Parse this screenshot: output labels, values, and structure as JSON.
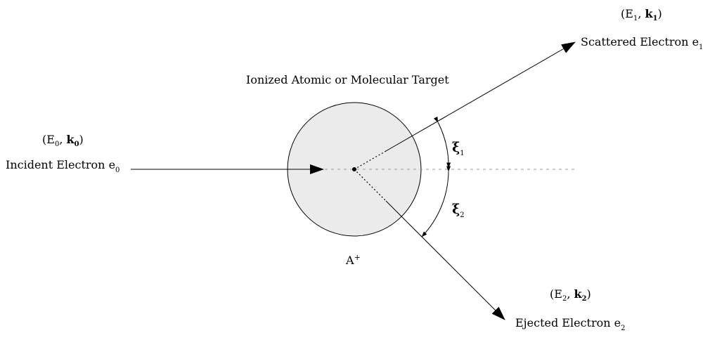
{
  "diagram": {
    "title": "Ionized Atomic or Molecular Target",
    "target_label": "A",
    "target_charge": "+",
    "incident": {
      "label": "Incident Electron e",
      "label_sub": "0",
      "energy": "E",
      "energy_sub": "0",
      "momentum": "k",
      "momentum_sub": "0"
    },
    "scattered": {
      "label": "Scattered Electron e",
      "label_sub": "1",
      "energy": "E",
      "energy_sub": "1",
      "momentum": "k",
      "momentum_sub": "1"
    },
    "ejected": {
      "label": "Ejected Electron e",
      "label_sub": "2",
      "energy": "E",
      "energy_sub": "2",
      "momentum": "k",
      "momentum_sub": "2"
    },
    "angle1": {
      "symbol": "ξ",
      "sub": "1"
    },
    "angle2": {
      "symbol": "ξ",
      "sub": "2"
    },
    "punct": {
      "open": "(",
      "comma": ", ",
      "close": ")"
    },
    "colors": {
      "target_fill": "#ebebeb",
      "stroke": "#000000",
      "axis": "#9a9a9a"
    }
  }
}
